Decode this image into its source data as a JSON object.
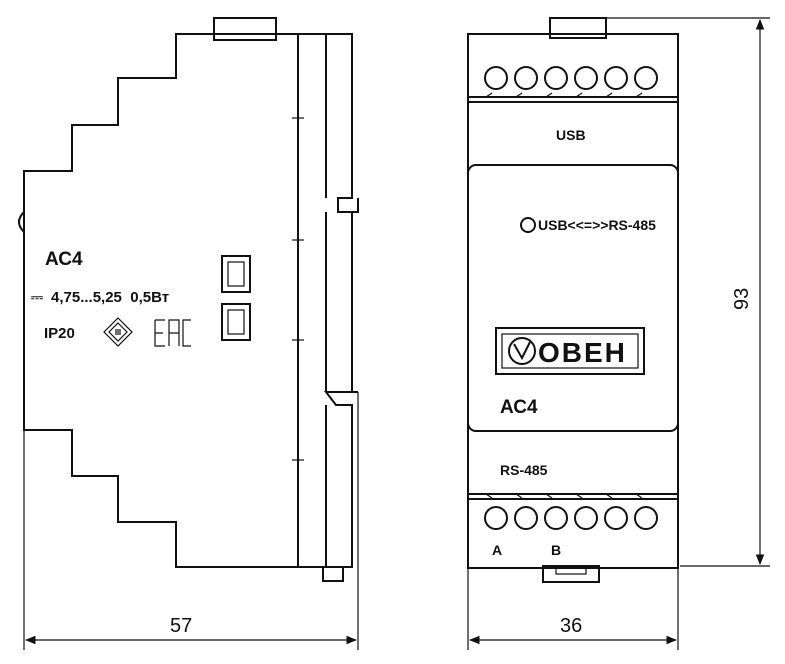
{
  "side_view": {
    "model_label": "АС4",
    "power_symbol": "⎓",
    "power_spec": "4,75...5,25  0,5Вт",
    "protection": "IP20",
    "eac_mark": "EAC",
    "width_dimension": "57"
  },
  "front_view": {
    "usb_label": "USB",
    "mode_led_label": "USB<<=>>RS-485",
    "logo_text": "ОВЕН",
    "model_label": "АС4",
    "rs485_label": "RS-485",
    "terminal_a": "A",
    "terminal_b": "B",
    "width_dimension": "36",
    "height_dimension": "93"
  },
  "colors": {
    "line": "#111111",
    "background": "#ffffff"
  }
}
